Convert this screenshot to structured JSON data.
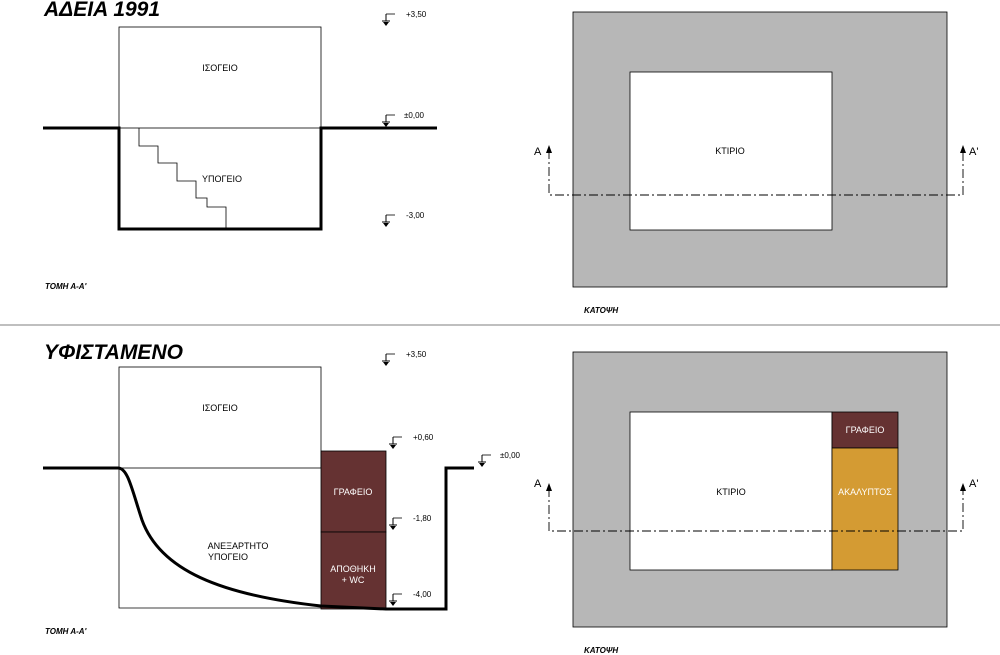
{
  "top": {
    "title": "ΑΔΕΙΑ 1991",
    "section": {
      "caption": "ΤΟΜΗ Α-Α'",
      "ground_floor": "ΙΣΟΓΕΙΟ",
      "basement": "ΥΠΟΓΕΙΟ",
      "elevations": [
        "+3,50",
        "±0,00",
        "-3,00"
      ]
    },
    "plan": {
      "caption": "ΚΑΤΟΨΗ",
      "building": "ΚΤΙΡΙΟ",
      "section_left": "Α",
      "section_right": "Α'"
    }
  },
  "bottom": {
    "title": "ΥΦΙΣΤΑΜΕΝΟ",
    "section": {
      "caption": "ΤΟΜΗ Α-Α'",
      "ground_floor": "ΙΣΟΓΕΙΟ",
      "basement_line1": "ΑΝΕΞΑΡΤΗΤΟ",
      "basement_line2": "ΥΠΟΓΕΙΟ",
      "office": "ΓΡΑΦΕΙΟ",
      "storage_line1": "ΑΠΟΘΗΚΗ",
      "storage_line2": "+ WC",
      "elevations": [
        "+3,50",
        "+0,60",
        "±0,00",
        "-1,80",
        "-4,00"
      ]
    },
    "plan": {
      "caption": "ΚΑΤΟΨΗ",
      "building": "ΚΤΙΡΙΟ",
      "office": "ΓΡΑΦΕΙΟ",
      "open_space": "ΑΚΑΛΥΠΤΟΣ",
      "section_left": "Α",
      "section_right": "Α'"
    }
  },
  "colors": {
    "plot_gray": "#b7b7b7",
    "office_brown": "#653232",
    "open_space_ochre": "#d49b33",
    "line": "#000000"
  }
}
